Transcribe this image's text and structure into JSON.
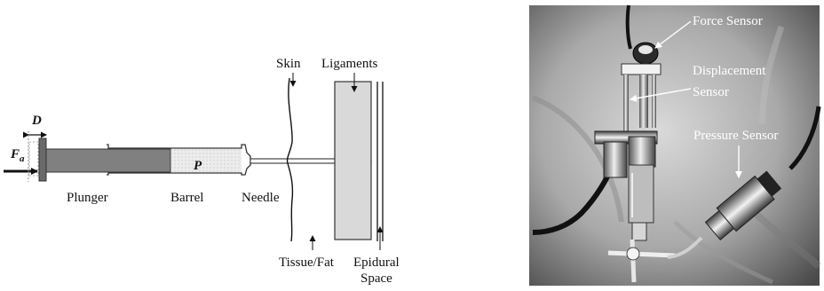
{
  "diagram": {
    "labels": {
      "force": "F",
      "force_sub": "a",
      "displacement": "D",
      "pressure": "P",
      "plunger": "Plunger",
      "barrel": "Barrel",
      "needle": "Needle",
      "skin": "Skin",
      "ligaments": "Ligaments",
      "tissue_fat": "Tissue/Fat",
      "epidural_line1": "Epidural",
      "epidural_line2": "Space"
    }
  },
  "photo": {
    "labels": {
      "force_sensor": "Force Sensor",
      "displacement_line1": "Displacement",
      "displacement_line2": "Sensor",
      "pressure_sensor": "Pressure Sensor"
    }
  }
}
